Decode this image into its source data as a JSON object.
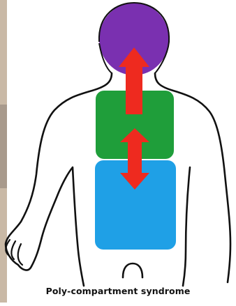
{
  "caption": "Poly-compartment syndrome",
  "compartments": [
    {
      "name": "head",
      "color": "#7a30b0"
    },
    {
      "name": "thorax",
      "color": "#1f9e3a"
    },
    {
      "name": "abdomen",
      "color": "#1fa0e6"
    }
  ],
  "arrows": [
    {
      "name": "thorax-to-head",
      "direction": "up",
      "color": "#ee2a1f"
    },
    {
      "name": "thorax-abdomen",
      "direction": "both",
      "color": "#ee2a1f"
    }
  ],
  "outline_color": "#111111"
}
